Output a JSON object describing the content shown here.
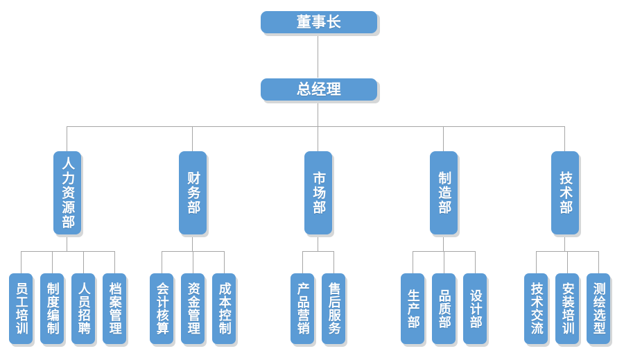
{
  "theme": {
    "node_fill": "#5b9bd5",
    "node_text": "#ffffff",
    "connector": "#a6a6a6",
    "shadow": "#d5d7d8",
    "background": "#ffffff"
  },
  "chart_data": {
    "type": "diagram",
    "diagram_kind": "organization-chart",
    "title": "",
    "orientation": "top-down",
    "levels": 3,
    "root": "董事长",
    "nodes": [
      {
        "id": "chairman",
        "label": "董事长",
        "level": 1,
        "parent": null
      },
      {
        "id": "gm",
        "label": "总经理",
        "level": 1,
        "parent": "chairman"
      },
      {
        "id": "hr",
        "label": "人力资源部",
        "level": 2,
        "parent": "gm"
      },
      {
        "id": "finance",
        "label": "财务部",
        "level": 2,
        "parent": "gm"
      },
      {
        "id": "market",
        "label": "市场部",
        "level": 2,
        "parent": "gm"
      },
      {
        "id": "manufacture",
        "label": "制造部",
        "level": 2,
        "parent": "gm"
      },
      {
        "id": "tech",
        "label": "技术部",
        "level": 2,
        "parent": "gm"
      },
      {
        "id": "hr1",
        "label": "员工培训",
        "level": 3,
        "parent": "hr"
      },
      {
        "id": "hr2",
        "label": "制度编制",
        "level": 3,
        "parent": "hr"
      },
      {
        "id": "hr3",
        "label": "人员招聘",
        "level": 3,
        "parent": "hr"
      },
      {
        "id": "hr4",
        "label": "档案管理",
        "level": 3,
        "parent": "hr"
      },
      {
        "id": "fi1",
        "label": "会计核算",
        "level": 3,
        "parent": "finance"
      },
      {
        "id": "fi2",
        "label": "资金管理",
        "level": 3,
        "parent": "finance"
      },
      {
        "id": "fi3",
        "label": "成本控制",
        "level": 3,
        "parent": "finance"
      },
      {
        "id": "mk1",
        "label": "产品营销",
        "level": 3,
        "parent": "market"
      },
      {
        "id": "mk2",
        "label": "售后服务",
        "level": 3,
        "parent": "market"
      },
      {
        "id": "mf1",
        "label": "生产部",
        "level": 3,
        "parent": "manufacture"
      },
      {
        "id": "mf2",
        "label": "品质部",
        "level": 3,
        "parent": "manufacture"
      },
      {
        "id": "mf3",
        "label": "设计部",
        "level": 3,
        "parent": "manufacture"
      },
      {
        "id": "te1",
        "label": "技术交流",
        "level": 3,
        "parent": "tech"
      },
      {
        "id": "te2",
        "label": "安装培训",
        "level": 3,
        "parent": "tech"
      },
      {
        "id": "te3",
        "label": "测绘选型",
        "level": 3,
        "parent": "tech"
      }
    ]
  },
  "nodes": {
    "chairman": "董事长",
    "gm": "总经理",
    "hr": "人力资源部",
    "finance": "财务部",
    "market": "市场部",
    "manufacture": "制造部",
    "tech": "技术部",
    "hr1": "员工培训",
    "hr2": "制度编制",
    "hr3": "人员招聘",
    "hr4": "档案管理",
    "fi1": "会计核算",
    "fi2": "资金管理",
    "fi3": "成本控制",
    "mk1": "产品营销",
    "mk2": "售后服务",
    "mf1": "生产部",
    "mf2": "品质部",
    "mf3": "设计部",
    "te1": "技术交流",
    "te2": "安装培训",
    "te3": "测绘选型"
  }
}
